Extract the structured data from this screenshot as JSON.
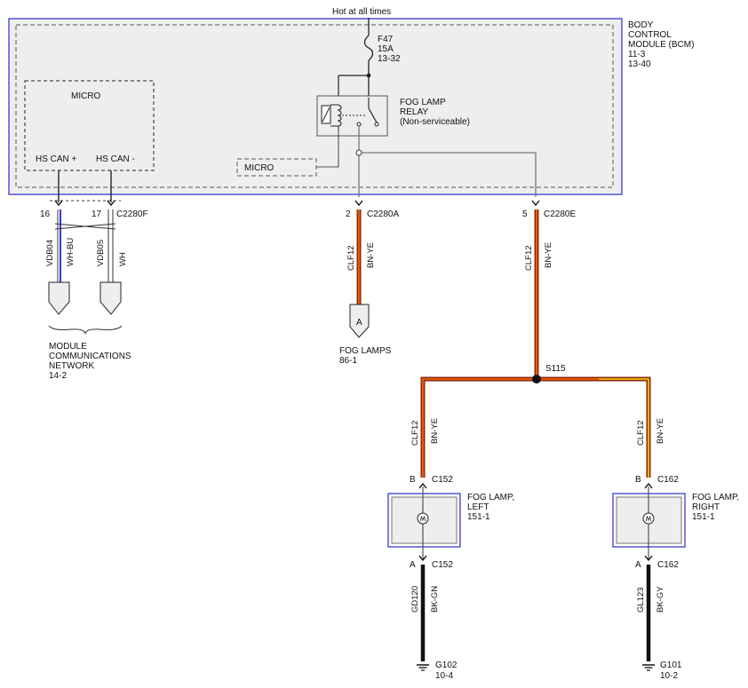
{
  "supply": {
    "label": "Hot at all times"
  },
  "bcm": {
    "lines": [
      "BODY",
      "CONTROL",
      "MODULE (BCM)",
      "11-3",
      "13-40"
    ]
  },
  "fuse": {
    "lines": [
      "F47",
      "15A",
      "13-32"
    ]
  },
  "relay": {
    "lines": [
      "FOG LAMP",
      "RELAY",
      "(Non-serviceable)"
    ]
  },
  "micro_main": {
    "label": "MICRO",
    "can_high": "HS CAN +",
    "can_low": "HS CAN -"
  },
  "micro_small": {
    "label": "MICRO"
  },
  "can_bus": {
    "pin_high": "16",
    "pin_low": "17",
    "connector": "C2280F",
    "wire_high": {
      "circuit": "VDB04",
      "color": "WH-BU"
    },
    "wire_low": {
      "circuit": "VDB05",
      "color": "WH"
    },
    "dest_lines": [
      "MODULE",
      "COMMUNICATIONS",
      "NETWORK",
      "14-2"
    ]
  },
  "fog_output_a": {
    "pin": "2",
    "connector": "C2280A",
    "circuit": "CLF12",
    "color": "BN-YE",
    "terminal": "A",
    "dest_lines": [
      "FOG LAMPS",
      "86-1"
    ]
  },
  "fog_output_e": {
    "pin": "5",
    "connector": "C2280E",
    "circuit": "CLF12",
    "color": "BN-YE"
  },
  "splice": {
    "label": "S115"
  },
  "lamp_left": {
    "feed": {
      "circuit": "CLF12",
      "color": "BN-YE"
    },
    "pin_b": "B",
    "pin_a": "A",
    "connector": "C152",
    "lines": [
      "FOG LAMP,",
      "LEFT",
      "151-1"
    ],
    "ground_wire": {
      "circuit": "GD120",
      "color": "BK-GN"
    },
    "ground": [
      "G102",
      "10-4"
    ]
  },
  "lamp_right": {
    "feed": {
      "circuit": "CLF12",
      "color": "BN-YE"
    },
    "pin_b": "B",
    "pin_a": "A",
    "connector": "C162",
    "lines": [
      "FOG LAMP,",
      "RIGHT",
      "151-1"
    ],
    "ground_wire": {
      "circuit": "GL123",
      "color": "BK-GY"
    },
    "ground": [
      "G101",
      "10-2"
    ]
  },
  "colors": {
    "module_border": "#3a3ad0",
    "module_fill": "#eeeeee",
    "brown": "#8b2a10",
    "orange": "#ff6a00",
    "yellow": "#ffd400",
    "black": "#111111",
    "white_bu": "#3a3ad0",
    "wire_gray": "#777777"
  }
}
